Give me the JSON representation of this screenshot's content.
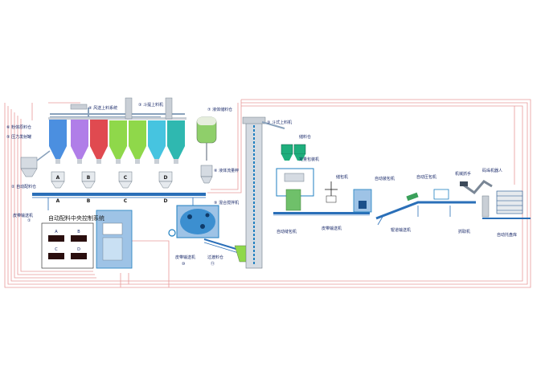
{
  "labels": {
    "powder_silo": "⑥ 粉体原料仓",
    "pressure_tank": "⑤ 压力发射罐",
    "air_conveyor": "④ 风送上料系统",
    "bucket_elevator_top": "③ 斗提上料机",
    "liquid_tank": "⑦ 液体储料仓",
    "bucket_elevator_right": "③ 斗式上料机",
    "storage_bin": "储料仓",
    "auto_batching": "② 自动配料仓",
    "liquid_scale": "⑧ 液体流量秤",
    "quant_packer": "定量包装机",
    "bag_storage": "储包机",
    "auto_case_packer": "自动装包机",
    "auto_press": "自动压包机",
    "robot_arm": "机械抓手",
    "pallet_robot": "码垛机器人",
    "belt_conveyor_left": "皮带输送机",
    "mixer": "⑨ 混合搅拌机",
    "auto_sealer": "自动缝包机",
    "belt_conveyor_mid": "皮带输送机",
    "roller_conveyor": "辊道输送机",
    "grabber": "抓取机",
    "belt_conveyor_bottom": "皮带输送机",
    "transition_bin": "过渡料仓",
    "pallet_store": "自动托盘库",
    "control_system": "自动配料中央控制系统",
    "num_10": "⑩",
    "num_11": "⑪",
    "num_1": "①"
  },
  "zones": [
    "A",
    "B",
    "C",
    "D"
  ],
  "scales": [
    "A",
    "B",
    "C",
    "D"
  ],
  "panel_tags": [
    "A",
    "B",
    "C",
    "D"
  ],
  "colors": {
    "pipe": "#e89a9a",
    "frame": "#1f7fc0",
    "belt": "#2a6fb8",
    "steel": "#c9cfd6",
    "panel": "#9ec3e6",
    "silo_blue": "#4b8fe0",
    "silo_purple": "#b07ee8",
    "silo_red": "#e04a50",
    "silo_green": "#8fd84a",
    "silo_cyan": "#46c4e0",
    "silo_teal": "#2fb8b0",
    "liquid": "#8fcf6a",
    "green_unit": "#3aa05a"
  }
}
